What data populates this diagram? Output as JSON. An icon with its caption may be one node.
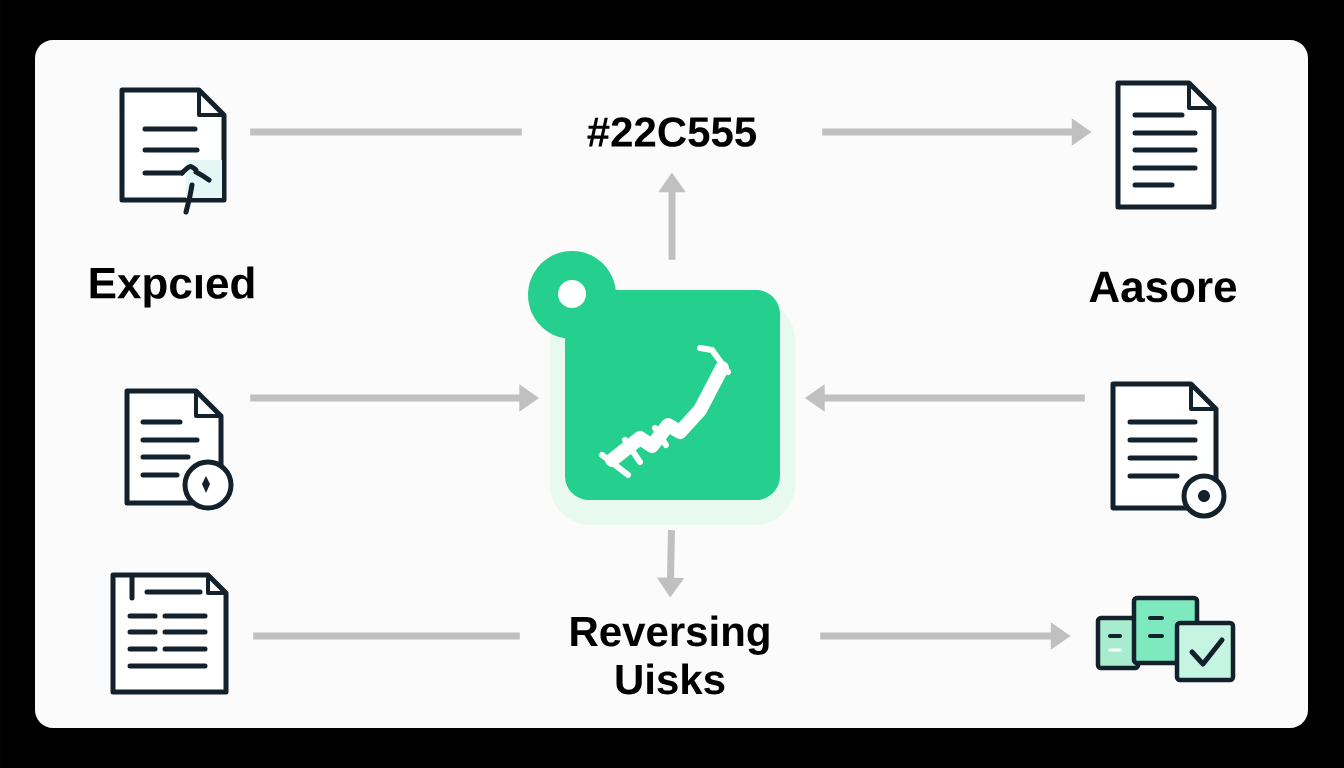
{
  "diagram": {
    "nodes": [
      {
        "text": [],
        "shape": "document",
        "beside": [
          "Expcıed"
        ]
      },
      {
        "text": [
          "#22C555"
        ]
      },
      {
        "text": [],
        "shape": "document",
        "beside": [
          "Aasore"
        ]
      },
      {
        "text": [],
        "shape": "document"
      },
      {
        "text": [],
        "shape": "tag"
      },
      {
        "text": [],
        "shape": "document"
      },
      {
        "text": [],
        "shape": "document"
      },
      {
        "text": [
          "Reversing Uisks"
        ]
      },
      {
        "text": [],
        "shape": "picture"
      }
    ],
    "edges": [
      {
        "from": 0,
        "to": 1,
        "arrow": "none"
      },
      {
        "from": 1,
        "to": 2,
        "arrow": "to"
      },
      {
        "from": 4,
        "to": 1,
        "arrow": "to"
      },
      {
        "from": 3,
        "to": 4,
        "arrow": "to"
      },
      {
        "from": 5,
        "to": 4,
        "arrow": "to"
      },
      {
        "from": 4,
        "to": 7,
        "arrow": "to"
      },
      {
        "from": 6,
        "to": 7,
        "arrow": "none"
      },
      {
        "from": 7,
        "to": 8,
        "arrow": "to"
      }
    ]
  }
}
